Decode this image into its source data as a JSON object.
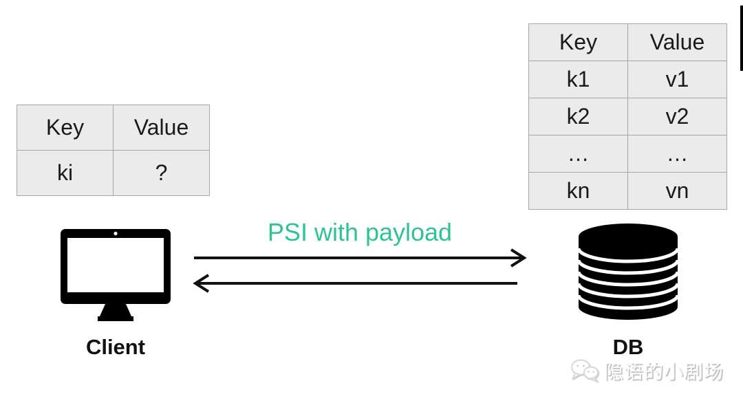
{
  "client_table": {
    "headers": [
      "Key",
      "Value"
    ],
    "rows": [
      [
        "ki",
        "?"
      ]
    ]
  },
  "db_table": {
    "headers": [
      "Key",
      "Value"
    ],
    "rows": [
      [
        "k1",
        "v1"
      ],
      [
        "k2",
        "v2"
      ],
      [
        "…",
        "…"
      ],
      [
        "kn",
        "vn"
      ]
    ]
  },
  "flow": {
    "label": "PSI with payload",
    "label_color": "#2ec48f",
    "arrows": [
      {
        "direction": "right",
        "from": "Client",
        "to": "DB"
      },
      {
        "direction": "left",
        "from": "DB",
        "to": "Client"
      }
    ]
  },
  "nodes": {
    "client": {
      "label": "Client",
      "icon": "monitor-icon"
    },
    "db": {
      "label": "DB",
      "icon": "database-icon"
    }
  },
  "watermark": {
    "icon": "wechat-icon",
    "text": "隐语的小剧场"
  },
  "colors": {
    "background": "#ffffff",
    "table_cell_bg": "#ebebeb",
    "table_border": "#a6a6a6",
    "icon_fill": "#000000",
    "arrow": "#111111",
    "watermark_text": "#fafafa"
  }
}
